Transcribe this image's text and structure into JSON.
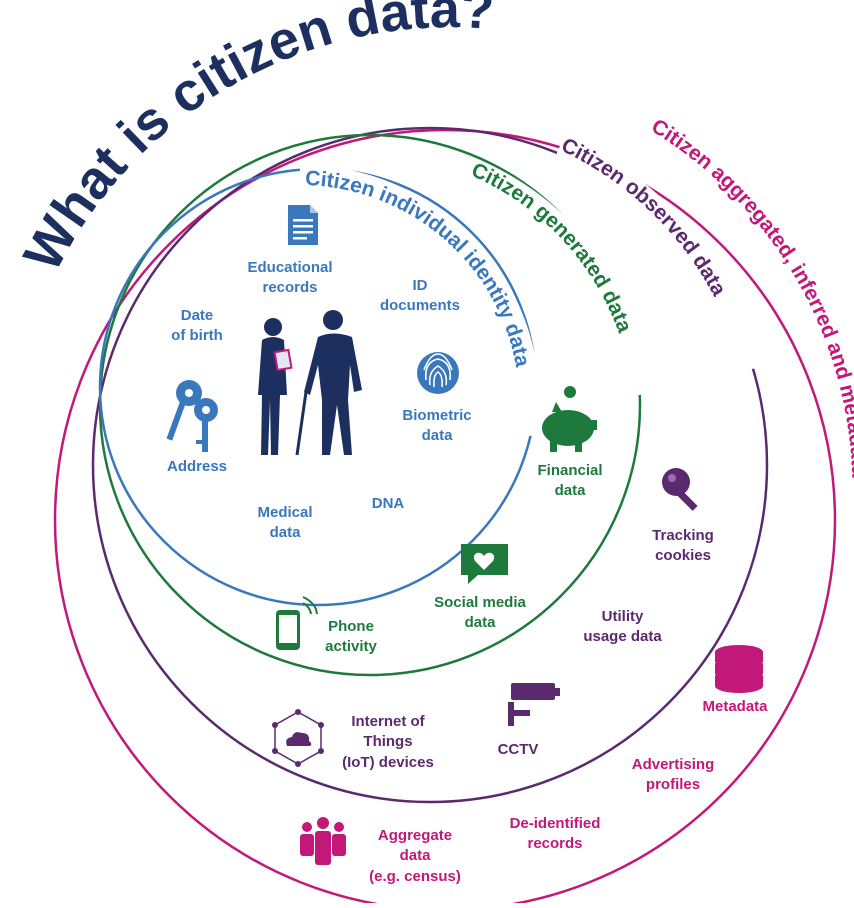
{
  "title": "What is citizen data?",
  "rings": {
    "individual": "Citizen individual identity data",
    "generated": "Citizen generated data",
    "observed": "Citizen observed data",
    "aggregated": "Citizen aggregated, inferred and metadata"
  },
  "labels": {
    "educational_records": "Educational\nrecords",
    "id_documents": "ID\ndocuments",
    "date_of_birth": "Date\nof birth",
    "biometric_data": "Biometric\ndata",
    "address": "Address",
    "medical_data": "Medical\ndata",
    "dna": "DNA",
    "financial_data": "Financial\ndata",
    "social_media_data": "Social media\ndata",
    "phone_activity": "Phone\nactivity",
    "tracking_cookies": "Tracking\ncookies",
    "utility_usage_data": "Utility\nusage data",
    "metadata": "Metadata",
    "iot_devices": "Internet of\nThings\n(IoT) devices",
    "cctv": "CCTV",
    "advertising_profiles": "Advertising\nprofiles",
    "deidentified_records": "De-identified\nrecords",
    "aggregate_data": "Aggregate\ndata\n(e.g. census)"
  },
  "colors": {
    "navy": "#1c2f5f",
    "blue": "#3a78bd",
    "green": "#1e7a3c",
    "purple": "#5b2a6e",
    "magenta": "#c2187a"
  },
  "icons": [
    "document-icon",
    "people-icon",
    "keys-icon",
    "fingerprint-icon",
    "piggy-bank-icon",
    "social-heart-icon",
    "phone-icon",
    "magnifier-icon",
    "database-icon",
    "iot-cloud-icon",
    "cctv-camera-icon",
    "group-people-icon"
  ]
}
